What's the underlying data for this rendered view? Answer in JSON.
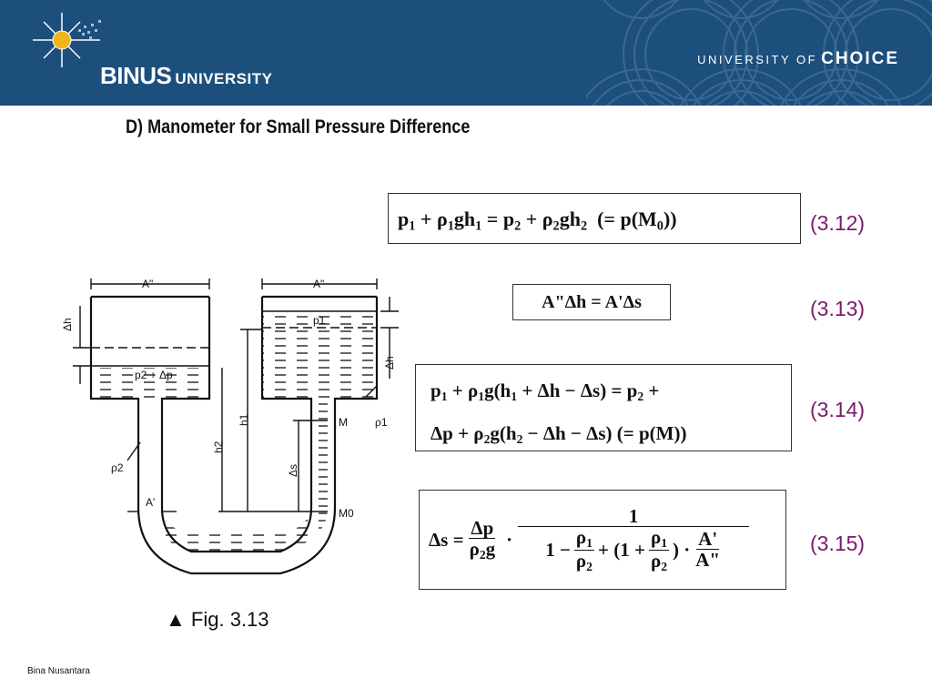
{
  "header": {
    "brand_name": "BINUS",
    "brand_suffix": "UNIVERSITY",
    "tagline_prefix": "UNIVERSITY OF",
    "tagline_highlight": "CHOICE",
    "background_color": "#1c4f7c"
  },
  "slide": {
    "heading": "D)  Manometer for Small Pressure Difference"
  },
  "equations": [
    {
      "number": "(3.12)"
    },
    {
      "number": "(3.13)"
    },
    {
      "number": "(3.14)"
    },
    {
      "number": "(3.15)"
    }
  ],
  "figure": {
    "labels": {
      "area_left": "A\"",
      "area_right": "A\"",
      "area_tube": "A'",
      "delta_h": "Δh",
      "p1": "p1",
      "p2_dp": "p2 + Δp",
      "h1": "h1",
      "h2": "h2",
      "delta_s": "Δs",
      "M": "M",
      "M0": "M0",
      "rho1": "ρ1",
      "rho2": "ρ2"
    },
    "caption_marker": "▲",
    "caption": "Fig. 3.13"
  },
  "footer": {
    "text": "Bina Nusantara"
  },
  "colors": {
    "equation_number": "#7b1a6b"
  }
}
